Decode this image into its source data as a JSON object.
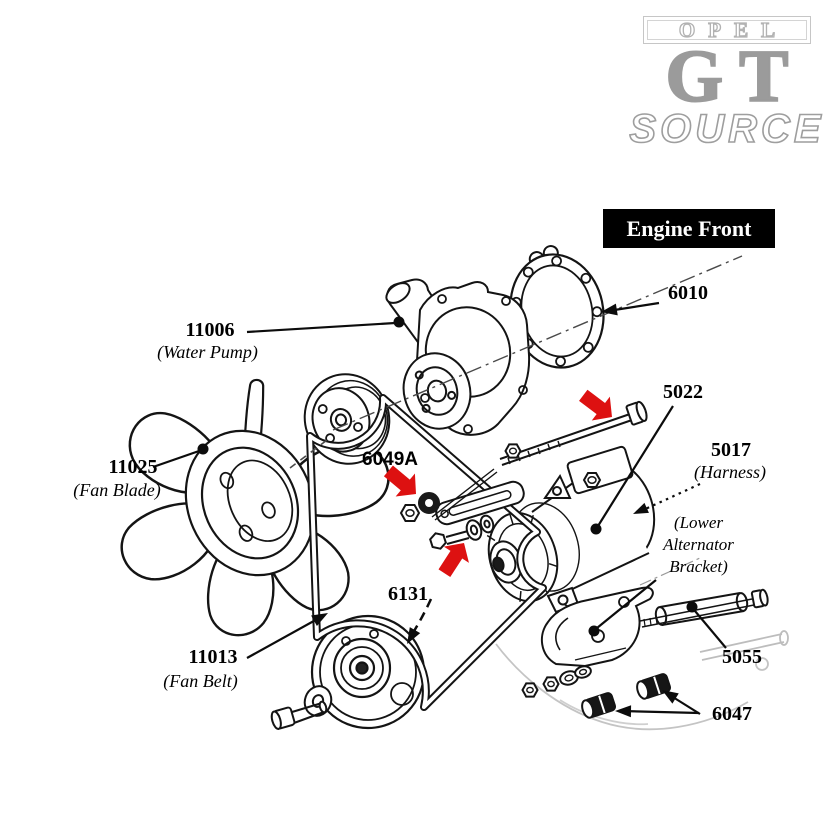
{
  "logo": {
    "opel": "OPEL",
    "gt": "GT",
    "source": "SOURCE"
  },
  "badge": {
    "text": "Engine Front"
  },
  "colors": {
    "arrow_red": "#dd1111",
    "badge_bg": "#000000",
    "badge_text": "#ffffff",
    "logo_gray": "#9b9b9b"
  },
  "parts": {
    "water_pump": {
      "number": "11006",
      "name": "(Water Pump)"
    },
    "fan_blade": {
      "number": "11025",
      "name": "(Fan Blade)"
    },
    "fan_belt": {
      "number": "11013",
      "name": "(Fan Belt)"
    },
    "gasket": {
      "number": "6010"
    },
    "pivot_bolt": {
      "number": "5022"
    },
    "harness": {
      "number": "5017",
      "name": "(Harness)"
    },
    "adjuster_nut": {
      "number": "6049A"
    },
    "crank_pulley": {
      "number": "6131"
    },
    "lower_bracket": {
      "lines": [
        "(Lower",
        "Alternator",
        "Bracket)"
      ]
    },
    "bracket_bolt": {
      "number": "5055"
    },
    "spacers": {
      "number": "6047"
    }
  }
}
